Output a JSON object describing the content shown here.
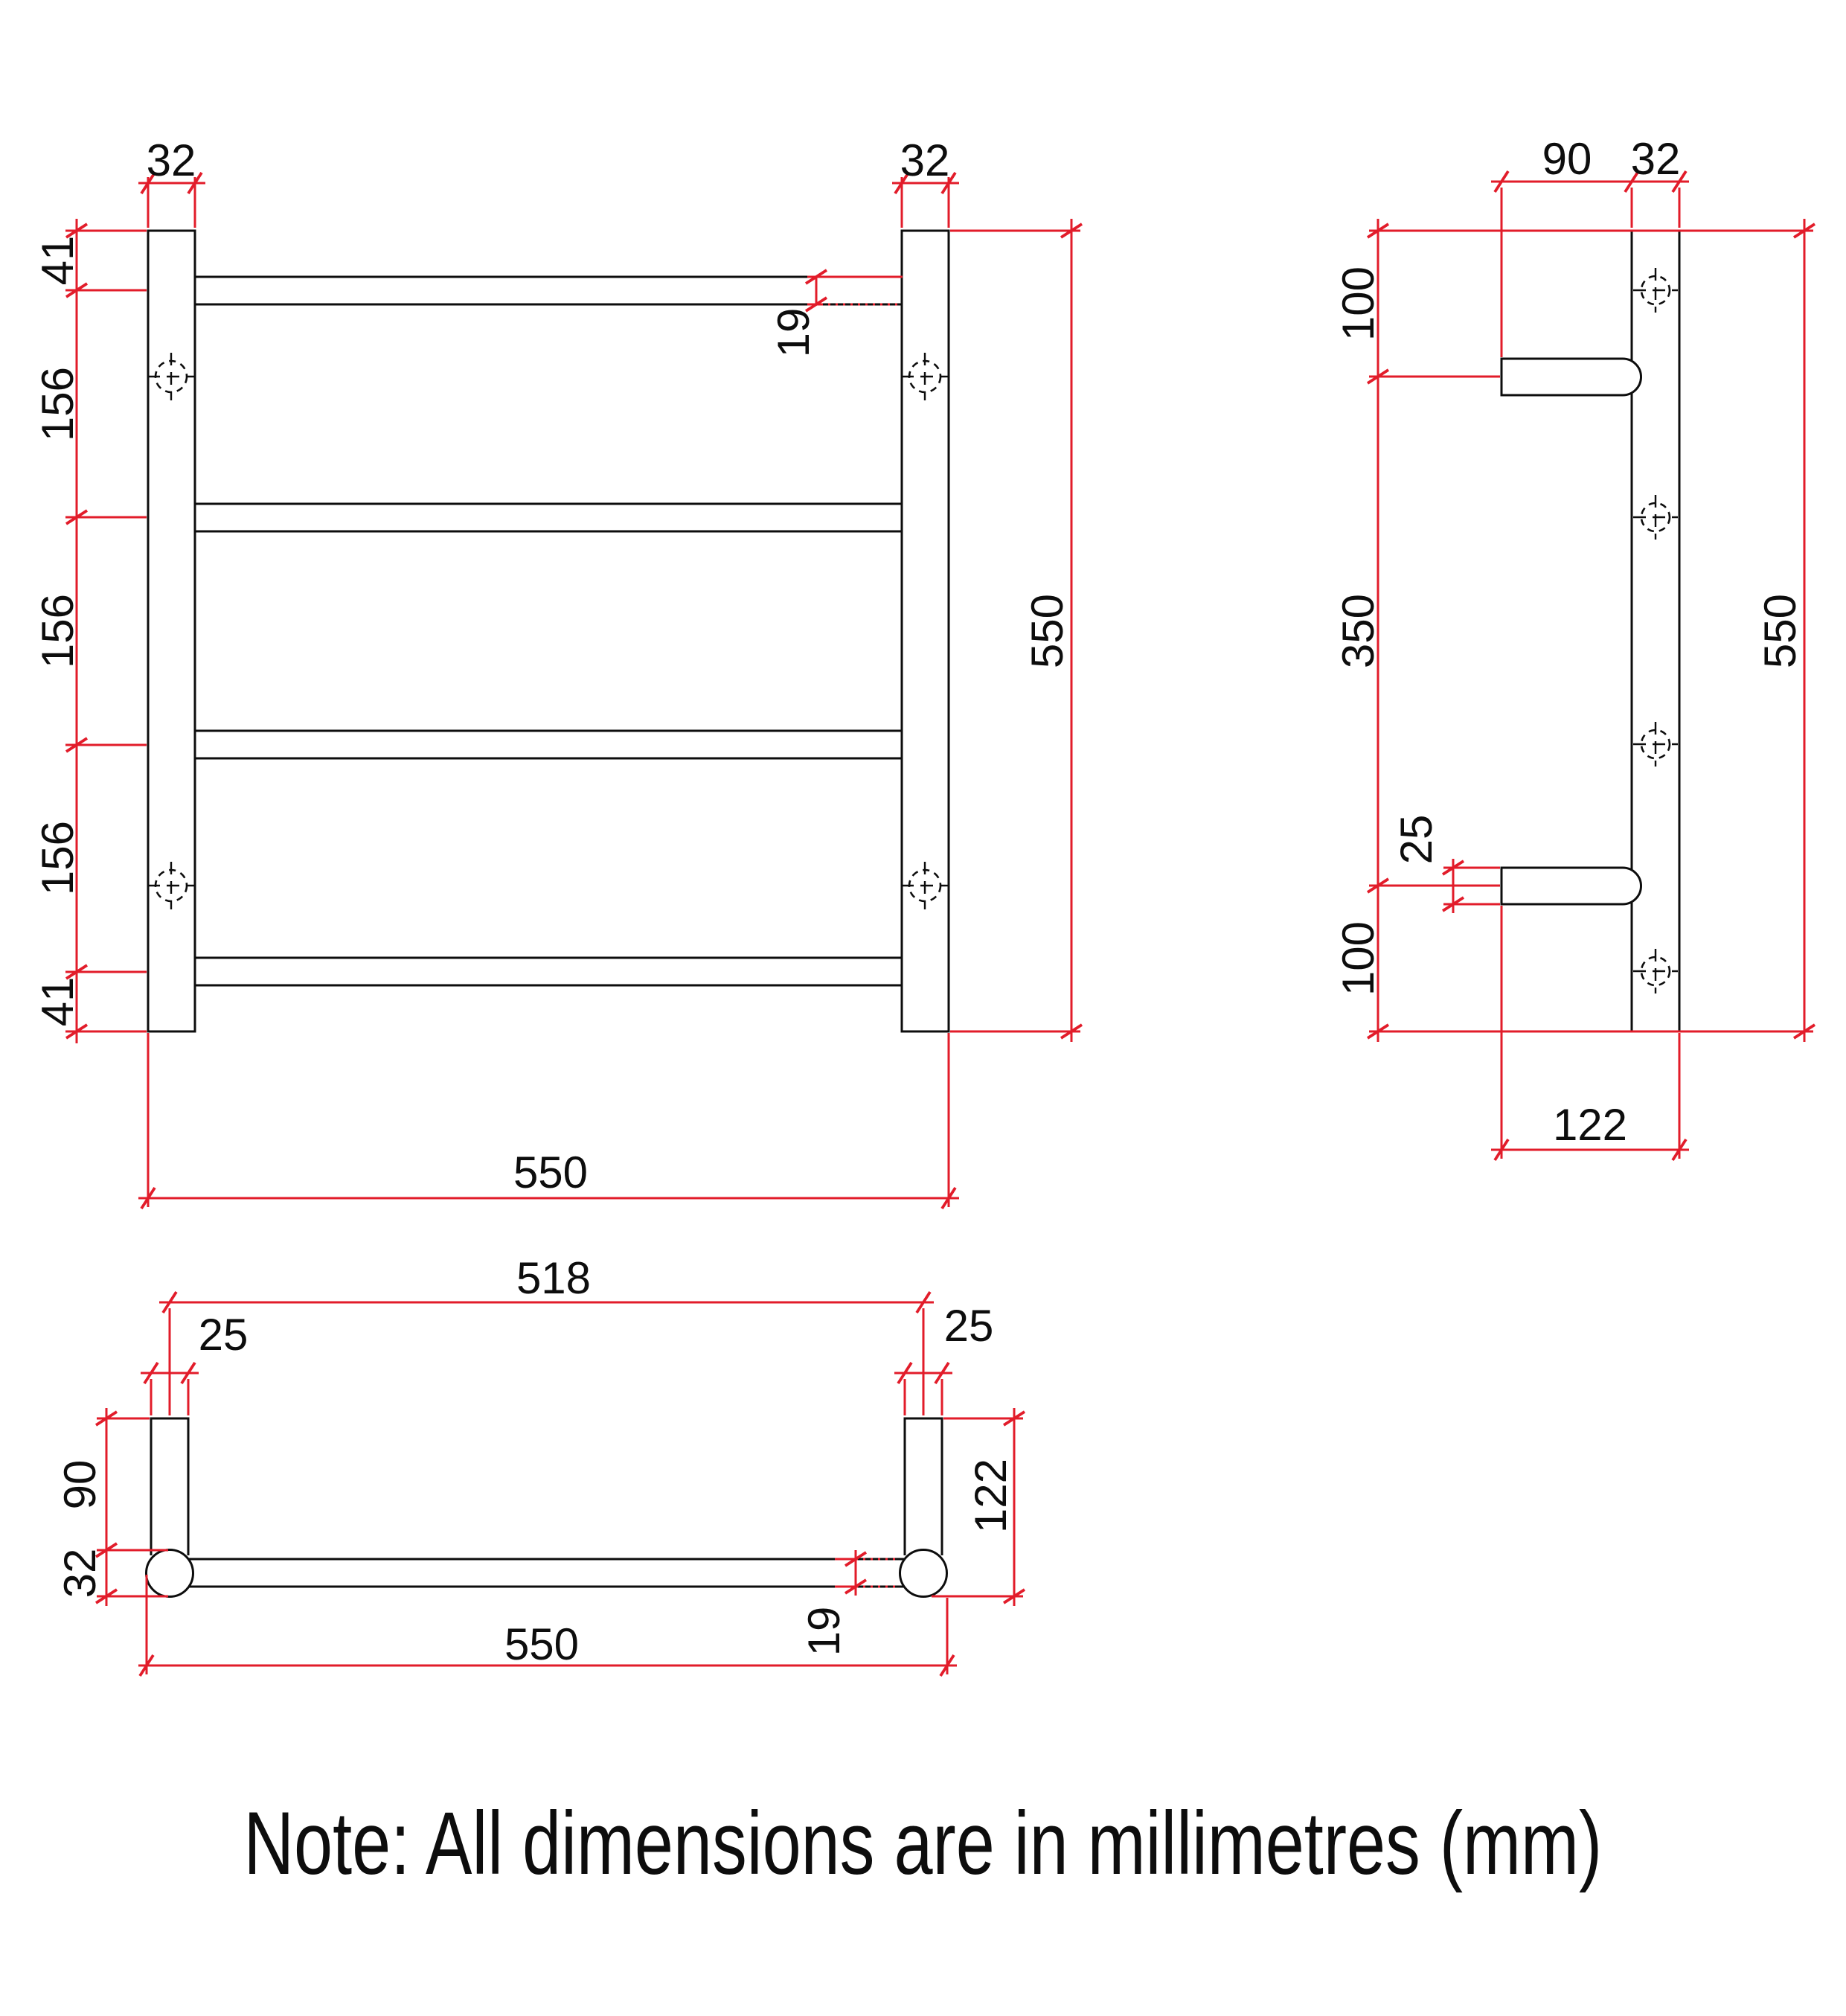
{
  "note": "Note: All dimensions are in millimetres (mm)",
  "colors": {
    "dim": "#e21c2a",
    "ink": "#0d0d0d",
    "bg": "#ffffff"
  },
  "front": {
    "post_width_left": "32",
    "post_width_right": "32",
    "rail_diameter": "19",
    "overall_height": "550",
    "overall_width": "550",
    "spacings": [
      "41",
      "156",
      "156",
      "156",
      "41"
    ]
  },
  "side": {
    "bracket_length": "90",
    "post_width": "32",
    "top_offset": "100",
    "bracket_spacing": "350",
    "bottom_offset": "100",
    "bracket_diameter": "25",
    "overall_depth": "122",
    "overall_height": "550"
  },
  "plan": {
    "bracket_centres": "518",
    "bracket_width_left": "25",
    "bracket_width_right": "25",
    "bracket_length": "90",
    "post_diameter": "32",
    "rail_diameter": "19",
    "overall_depth": "122",
    "overall_width": "550"
  }
}
